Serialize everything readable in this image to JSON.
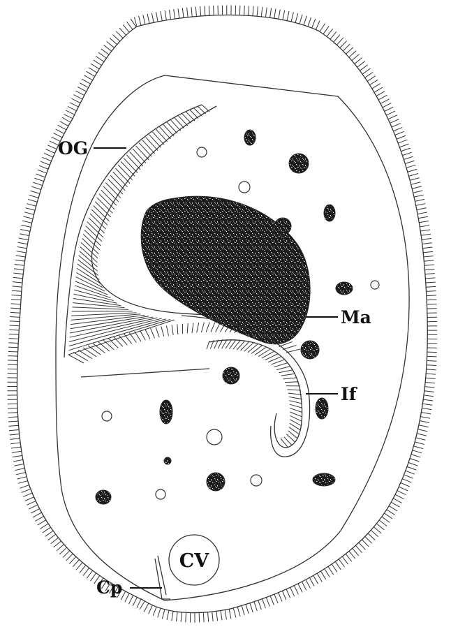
{
  "diagram": {
    "labels": {
      "og": "OG",
      "ma": "Ma",
      "if": "If",
      "cv": "CV",
      "cp": "Cp"
    },
    "colors": {
      "stroke": "#333333",
      "text": "#111111",
      "granular_dark": "#1c1c1c",
      "granular_speck": "#e6e6e6",
      "background": "#ffffff"
    }
  }
}
